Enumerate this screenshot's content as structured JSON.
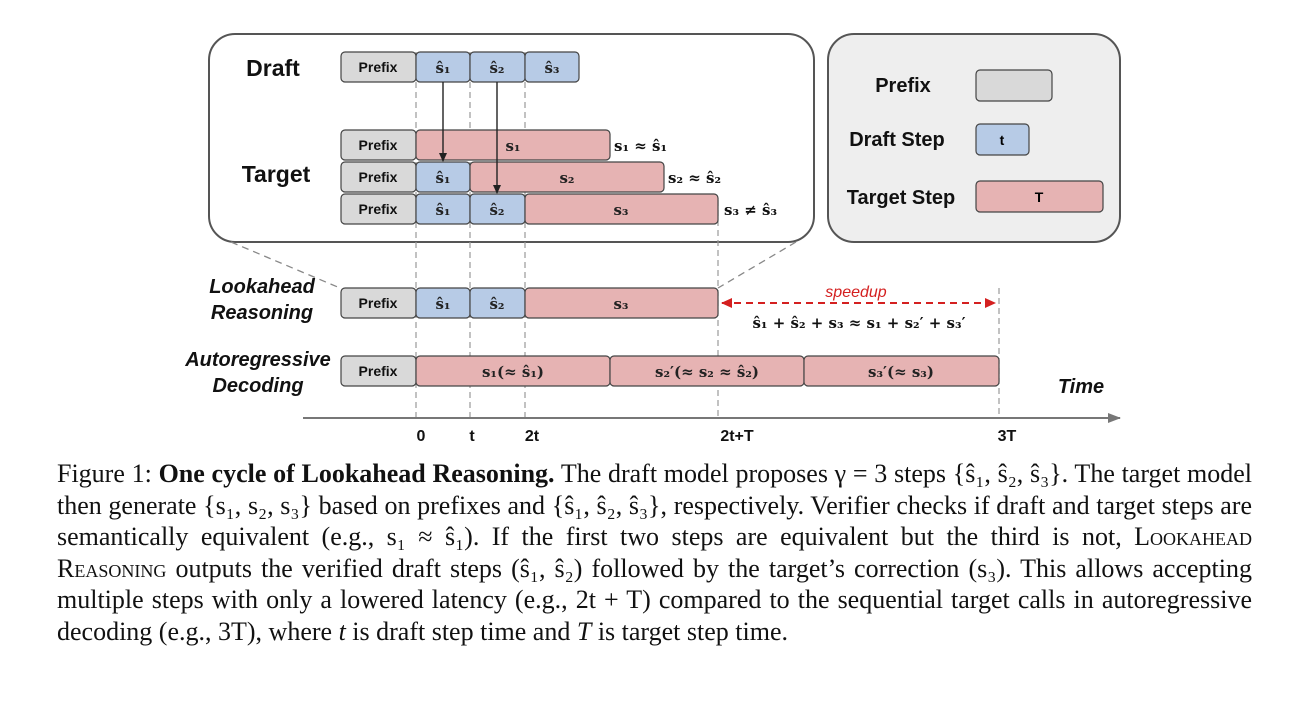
{
  "figure": {
    "row_titles": {
      "draft": "Draft",
      "target": "Target",
      "lookahead_1": "Lookahead",
      "lookahead_2": "Reasoning",
      "autoregressive_1": "Autoregressive",
      "autoregressive_2": "Decoding",
      "time": "Time"
    },
    "prefix_label": "Prefix",
    "draft_steps": [
      "ŝ₁",
      "ŝ₂",
      "ŝ₃"
    ],
    "target_steps": [
      "s₁",
      "s₂",
      "s₃"
    ],
    "equivalence_checks": [
      "s₁ ≈ ŝ₁",
      "s₂ ≈ ŝ₂",
      "s₃ ≠ ŝ₃"
    ],
    "lookahead_segments": [
      "ŝ₁",
      "ŝ₂",
      "s₃"
    ],
    "autoregressive_segments": [
      "s₁(≈ ŝ₁)",
      "s₂′(≈ s₂ ≈ ŝ₂)",
      "s₃′(≈ s₃)"
    ],
    "speedup_label": "speedup",
    "speedup_equation": "ŝ₁ + ŝ₂ + s₃ ≈ s₁ + s₂′ + s₃′",
    "axis_ticks": [
      "0",
      "t",
      "2t",
      "2t+T",
      "3T"
    ],
    "legend": {
      "prefix": "Prefix",
      "draft_step": "Draft Step",
      "draft_step_box": "t",
      "target_step": "Target Step",
      "target_step_box": "T"
    },
    "colors": {
      "prefix_fill": "#d9d9d9",
      "draft_fill": "#b7cbe6",
      "target_fill": "#e6b3b3",
      "speedup": "#d42020",
      "panel_fill": "#eeeeee"
    }
  },
  "caption": {
    "figure_label": "Figure 1:",
    "title": "One cycle of Lookahead Reasoning.",
    "part1": "The draft model proposes γ = 3 steps {ŝ₁, ŝ₂, ŝ₃}. The target model then generate {s₁, s₂, s₃} based on prefixes and {ŝ₁, ŝ₂, ŝ₃}, respectively. Verifier checks if draft and target steps are semantically equivalent (e.g., s₁ ≈ ŝ₁). If the first two steps are equivalent but the third is not,",
    "method_name": "Lookahead Reasoning",
    "part2": "outputs the verified draft steps (ŝ₁, ŝ₂) followed by the target’s correction (s₃). This allows accepting multiple steps with only a lowered latency (e.g., 2t + T) compared to the sequential target calls in autoregressive decoding (e.g., 3T), where",
    "var_t": "t",
    "part3": "is draft step time and",
    "var_T": "T",
    "part4": "is target step time."
  }
}
